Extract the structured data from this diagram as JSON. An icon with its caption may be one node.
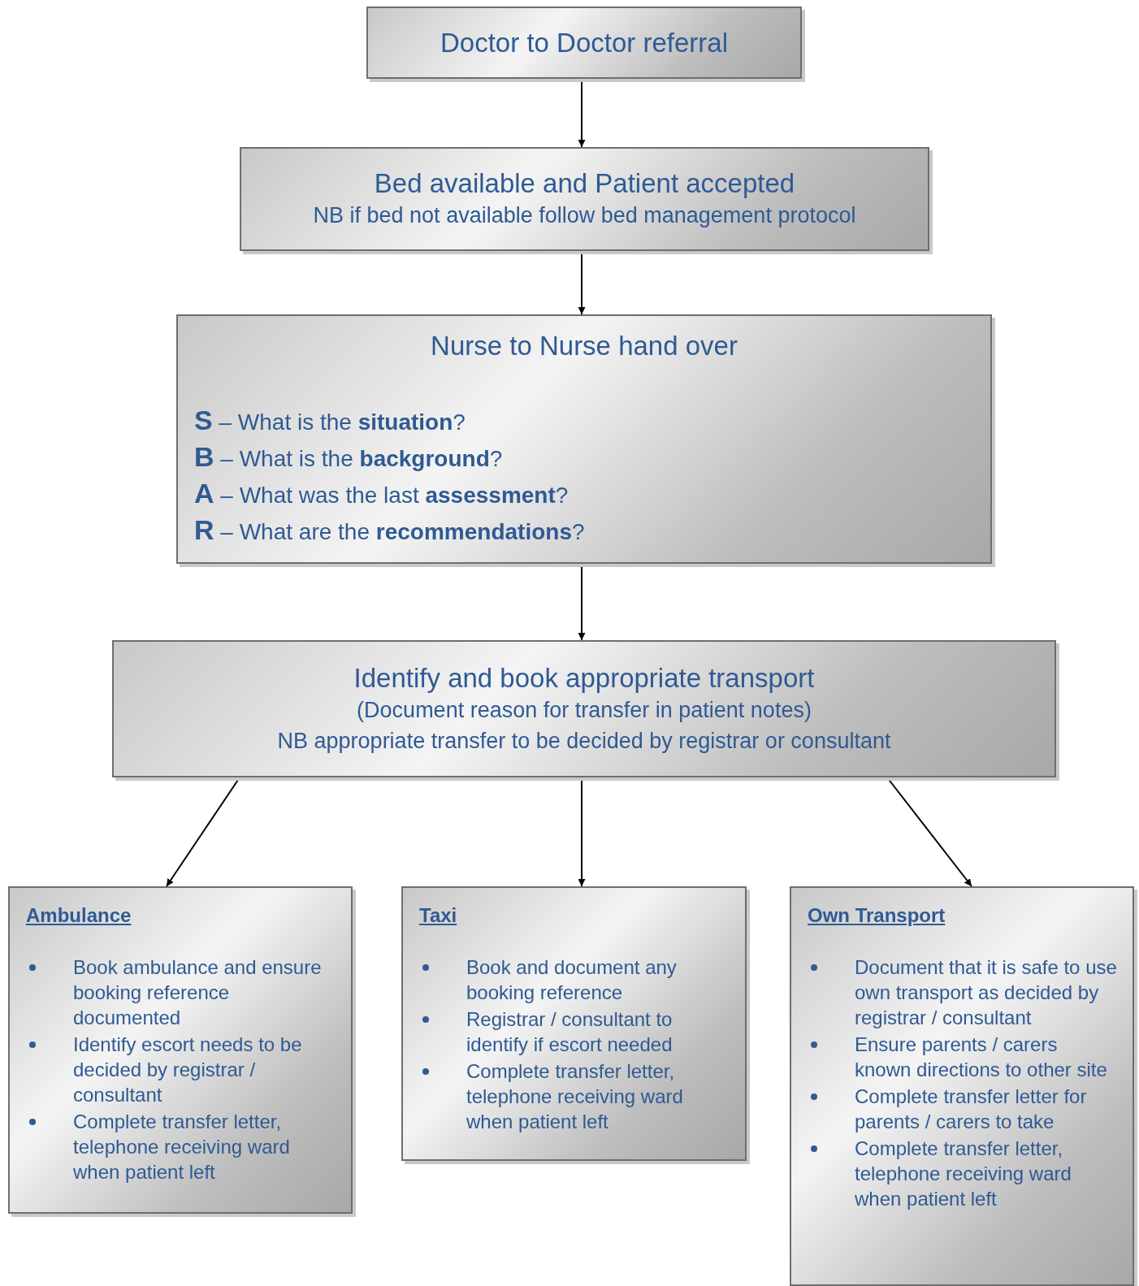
{
  "diagram": {
    "nodes": [
      {
        "text": [
          "Doctor to Doctor referral"
        ]
      },
      {
        "text": [
          "Bed available and Patient accepted",
          "NB if bed not available follow bed management protocol"
        ]
      },
      {
        "text": [
          "Nurse to Nurse hand over",
          "**S** – What is the **situation**?",
          "**B** – What is the **background**?",
          "**A** – What was the last **assessment**?",
          "**R** – What are the **recommendations**?"
        ]
      },
      {
        "text": [
          "Identify and book appropriate transport",
          "(Document reason for transfer in patient notes)",
          "NB appropriate transfer to be decided by registrar or consultant"
        ]
      },
      {
        "text": [
          "Ambulance",
          "Book ambulance and ensure booking reference documented",
          "Identify escort needs to be decided by registrar / consultant",
          "Complete transfer letter, telephone receiving ward when patient left"
        ]
      },
      {
        "text": [
          "Taxi",
          "Book and document any booking reference",
          "Registrar / consultant to identify if escort needed",
          "Complete transfer letter, telephone receiving ward when patient left"
        ]
      },
      {
        "text": [
          "Own Transport",
          "Document that it is safe to use own transport as decided by registrar / consultant",
          "Ensure parents / carers known directions to other site",
          "Complete transfer letter for parents / carers to take",
          "Complete transfer letter, telephone receiving ward when patient left"
        ]
      }
    ],
    "edges": [
      {
        "from": 0,
        "to": 1,
        "arrow": "to"
      },
      {
        "from": 1,
        "to": 2,
        "arrow": "to"
      },
      {
        "from": 2,
        "to": 3,
        "arrow": "to"
      },
      {
        "from": 3,
        "to": 4,
        "arrow": "to"
      },
      {
        "from": 3,
        "to": 5,
        "arrow": "to"
      },
      {
        "from": 3,
        "to": 6,
        "arrow": "to"
      }
    ]
  }
}
